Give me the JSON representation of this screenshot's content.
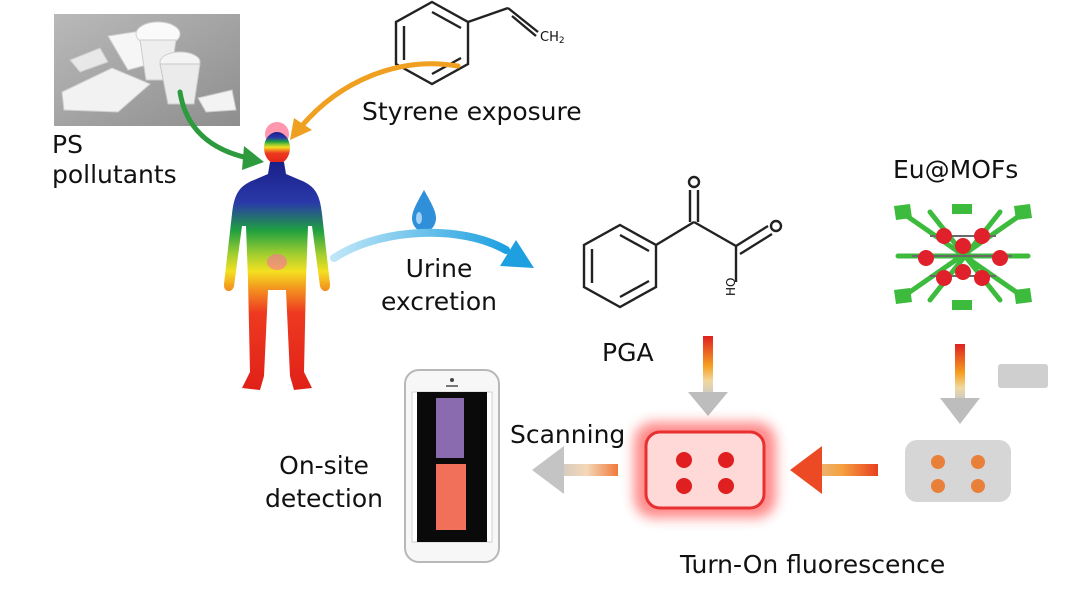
{
  "labels": {
    "ps_pollutants_line1": "PS",
    "ps_pollutants_line2": "pollutants",
    "styrene_exposure": "Styrene exposure",
    "ch2": "CH",
    "ch2_sub": "2",
    "urine_line1": "Urine",
    "urine_line2": "excretion",
    "pga": "PGA",
    "ho": "HO",
    "eu_mofs": "Eu@MOFs",
    "scanning": "Scanning",
    "onsite_line1": "On-site",
    "onsite_line2": "detection",
    "turn_on": "Turn-On fluorescence"
  },
  "colors": {
    "green_arrow": "#2e9a3e",
    "orange_arrow": "#f0a020",
    "blue_arrow": "#2aa6e0",
    "droplet": "#2f8fd8",
    "mof_linker": "#3dbb3d",
    "mof_node": "#e0202a",
    "chip_gray": "#d6d6d6",
    "chip_red": "#e03030",
    "strip_purple": "#8a6bb0",
    "strip_red": "#f0705a"
  }
}
